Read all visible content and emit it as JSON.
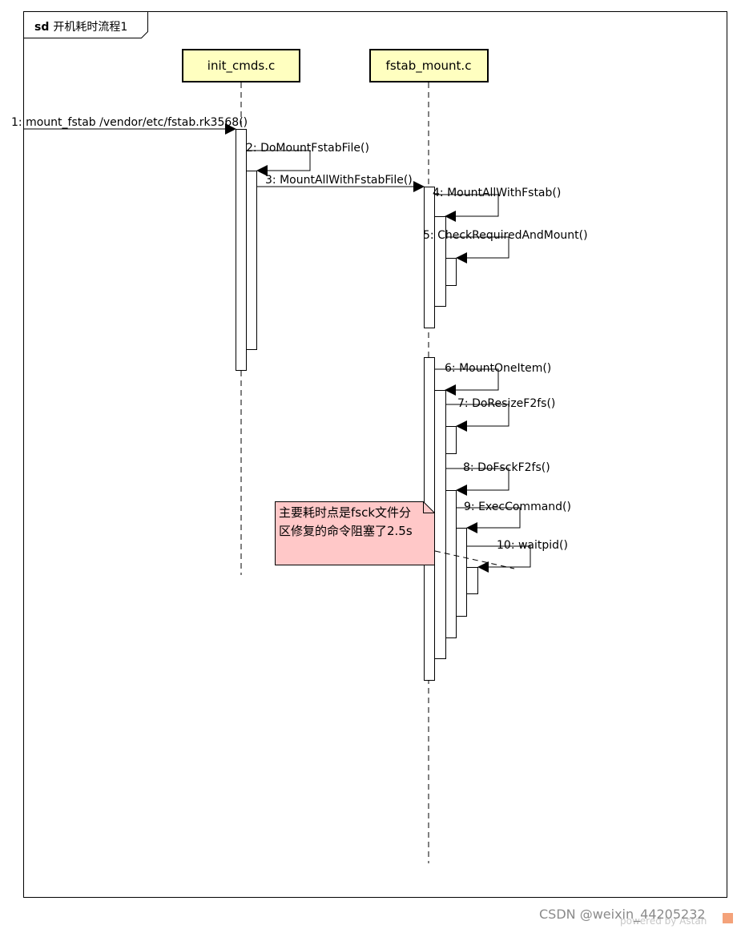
{
  "frame": {
    "keyword": "sd",
    "name": "开机耗时流程1"
  },
  "lifelines": [
    {
      "id": "init",
      "label": "init_cmds.c"
    },
    {
      "id": "fstab",
      "label": "fstab_mount.c"
    }
  ],
  "messages": [
    {
      "id": "m1",
      "label": "1: mount_fstab /vendor/etc/fstab.rk3568()"
    },
    {
      "id": "m2",
      "label": "2: DoMountFstabFile()"
    },
    {
      "id": "m3",
      "label": "3: MountAllWithFstabFile()"
    },
    {
      "id": "m4",
      "label": "4: MountAllWithFstab()"
    },
    {
      "id": "m5",
      "label": "5: CheckRequiredAndMount()"
    },
    {
      "id": "m6",
      "label": "6: MountOneItem()"
    },
    {
      "id": "m7",
      "label": "7: DoResizeF2fs()"
    },
    {
      "id": "m8",
      "label": "8: DoFsckF2fs()"
    },
    {
      "id": "m9",
      "label": "9: ExecCommand()"
    },
    {
      "id": "m10",
      "label": "10: waitpid()"
    }
  ],
  "note": {
    "lines": [
      "主要耗时点是fsck文件分",
      "区修复的命令阻塞了2.5s"
    ]
  },
  "colors": {
    "lifeline_fill": "#ffffc0",
    "note_fill": "#ffc8c8",
    "line": "#000000"
  },
  "footer": {
    "watermark": "CSDN @weixin_44205232",
    "powered": "powered by Astah"
  }
}
